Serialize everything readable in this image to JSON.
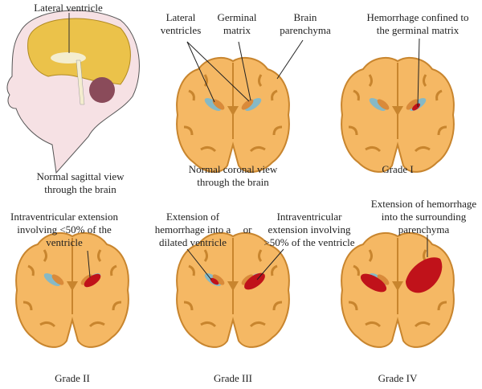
{
  "colors": {
    "parenchyma": "#f5b864",
    "outline": "#c8852e",
    "ventricle": "#86b9c6",
    "caudate": "#d98a3a",
    "hemorrhage": "#c0121a",
    "skin": "#f6e1e4",
    "cortex": "#ebc24a",
    "cerebellum": "#8a4b5a"
  },
  "panels": {
    "sagittal": {
      "label_top": "Lateral ventricle",
      "caption_1": "Normal sagittal view",
      "caption_2": "through the brain"
    },
    "normal": {
      "label_lv_1": "Lateral",
      "label_lv_2": "ventricles",
      "label_gm_1": "Germinal",
      "label_gm_2": "matrix",
      "label_bp_1": "Brain",
      "label_bp_2": "parenchyma",
      "caption_1": "Normal coronal view",
      "caption_2": "through the brain"
    },
    "grade1": {
      "note_1": "Hemorrhage confined to",
      "note_2": "the germinal matrix",
      "caption": "Grade I"
    },
    "grade2": {
      "note_1": "Intraventricular extension",
      "note_2": "involving <50% of the",
      "note_3": "ventricle",
      "caption": "Grade II"
    },
    "grade3": {
      "note_a_1": "Extension of",
      "note_a_2": "hemorrhage into a",
      "note_a_3": "dilated ventricle",
      "or": "or",
      "note_b_1": "Intraventricular",
      "note_b_2": "extension involving",
      "note_b_3": ">50% of the ventricle",
      "caption": "Grade III"
    },
    "grade4": {
      "note_1": "Extension of hemorrhage",
      "note_2": "into the surrounding",
      "note_3": "parenchyma",
      "caption": "Grade IV"
    }
  }
}
